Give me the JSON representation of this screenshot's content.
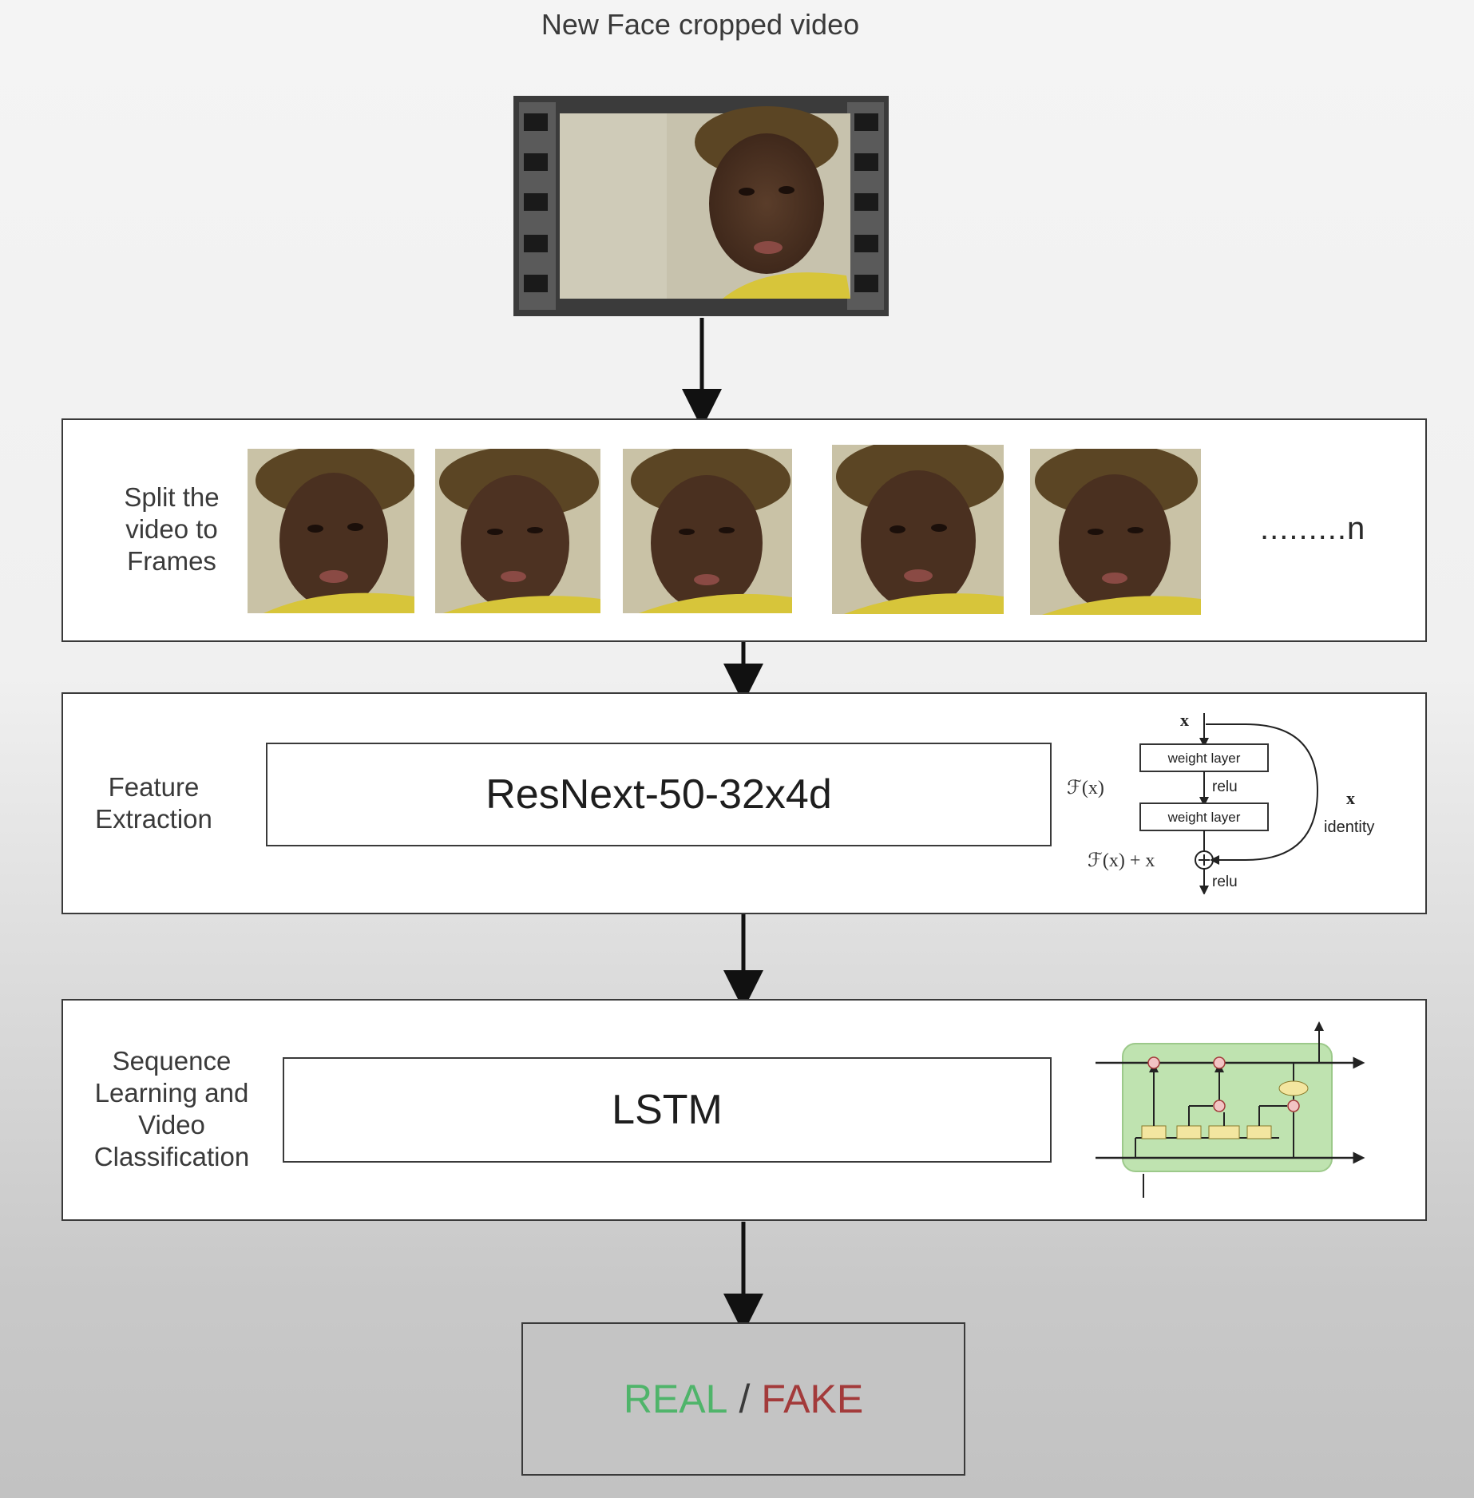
{
  "input": {
    "title": "New Face cropped video"
  },
  "stages": {
    "split": {
      "label": "Split the video to Frames",
      "ellipsis": ".........n"
    },
    "feature": {
      "label": "Feature Extraction",
      "model": "ResNext-50-32x4d",
      "residual_block": {
        "x_input": "x",
        "layer1": "weight layer",
        "relu1": "relu",
        "layer2": "weight layer",
        "fx": "ℱ(x)",
        "fx_plus_x": "ℱ(x) + x",
        "relu2": "relu",
        "identity_x": "x",
        "identity": "identity"
      }
    },
    "sequence": {
      "label": "Sequence Learning and Video Classification",
      "model": "LSTM"
    }
  },
  "output": {
    "real": "REAL",
    "separator": "/",
    "fake": "FAKE"
  },
  "colors": {
    "real": "#4fb46a",
    "fake": "#a33a3a",
    "lstm_cell": "#bfe3b0",
    "lstm_gate": "#f3e6a0"
  }
}
